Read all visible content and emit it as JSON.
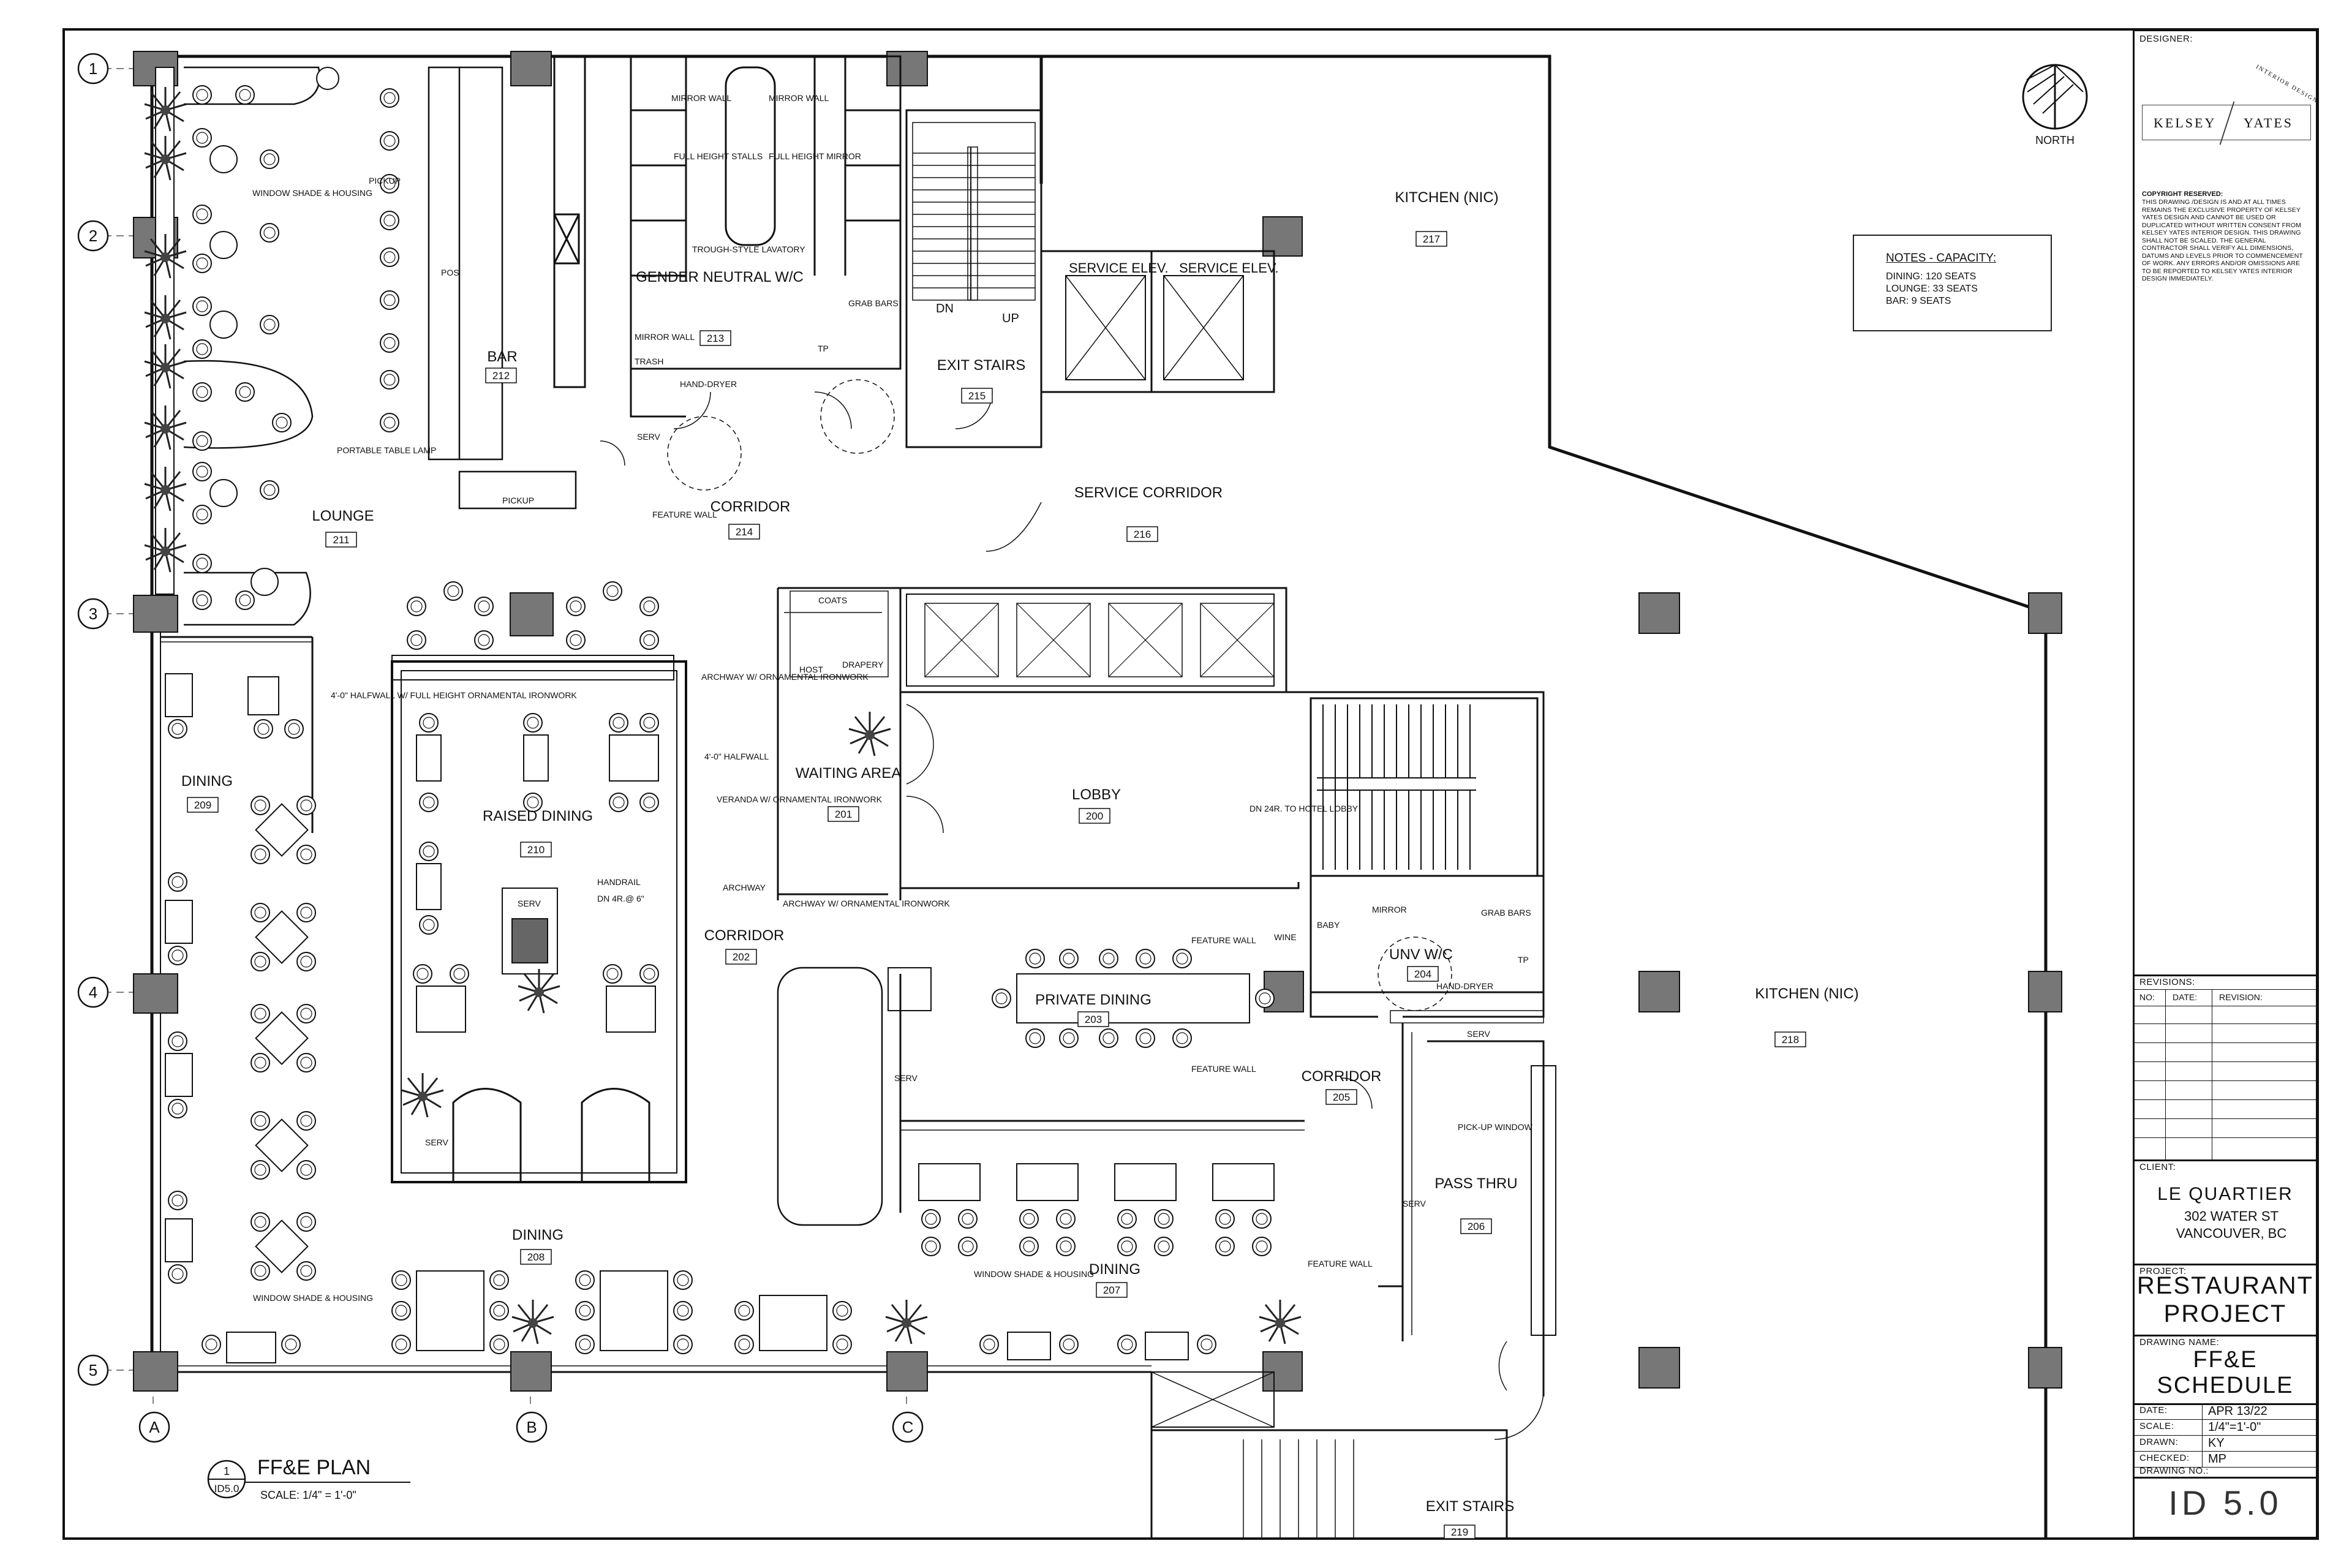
{
  "plan": {
    "grid_rows": [
      "1",
      "2",
      "3",
      "4",
      "5"
    ],
    "grid_cols": [
      "A",
      "B",
      "C"
    ],
    "rooms": [
      {
        "key": "lounge",
        "name": "LOUNGE",
        "num": "211"
      },
      {
        "key": "bar",
        "name": "BAR",
        "num": "212"
      },
      {
        "key": "gnwc",
        "name": "GENDER NEUTRAL W/C",
        "num": "213"
      },
      {
        "key": "corr214",
        "name": "CORRIDOR",
        "num": "214"
      },
      {
        "key": "exit215",
        "name": "EXIT STAIRS",
        "num": "215"
      },
      {
        "key": "servcorr",
        "name": "SERVICE CORRIDOR",
        "num": "216"
      },
      {
        "key": "kit217",
        "name": "KITCHEN (NIC)",
        "num": "217"
      },
      {
        "key": "dining209",
        "name": "DINING",
        "num": "209"
      },
      {
        "key": "raised",
        "name": "RAISED DINING",
        "num": "210"
      },
      {
        "key": "waiting",
        "name": "WAITING AREA",
        "num": "201"
      },
      {
        "key": "lobby",
        "name": "LOBBY",
        "num": "200"
      },
      {
        "key": "corr202",
        "name": "CORRIDOR",
        "num": "202"
      },
      {
        "key": "private",
        "name": "PRIVATE DINING",
        "num": "203"
      },
      {
        "key": "unv",
        "name": "UNV W/C",
        "num": "204"
      },
      {
        "key": "corr205",
        "name": "CORRIDOR",
        "num": "205"
      },
      {
        "key": "pass",
        "name": "PASS THRU",
        "num": "206"
      },
      {
        "key": "dining207",
        "name": "DINING",
        "num": "207"
      },
      {
        "key": "dining208",
        "name": "DINING",
        "num": "208"
      },
      {
        "key": "kit218",
        "name": "KITCHEN (NIC)",
        "num": "218"
      },
      {
        "key": "exit219",
        "name": "EXIT STAIRS",
        "num": "219"
      }
    ],
    "service_elevators": [
      "SERVICE ELEV.",
      "SERVICE ELEV."
    ],
    "labels": {
      "pickup_a": "PICKUP",
      "pickup_b": "PICKUP",
      "pos": "POS",
      "window_shade_1": "WINDOW SHADE & HOUSING",
      "window_shade_2": "WINDOW SHADE & HOUSING",
      "window_shade_3": "WINDOW SHADE & HOUSING",
      "portable_lamp": "PORTABLE TABLE LAMP",
      "mirror_wall_1": "MIRROR WALL",
      "mirror_wall_2": "MIRROR WALL",
      "mirror_wall_3": "MIRROR WALL",
      "full_stalls": "FULL HEIGHT STALLS",
      "full_mirror": "FULL HEIGHT MIRROR",
      "trough": "TROUGH-STYLE LAVATORY",
      "trash": "TRASH",
      "grab_bars_1": "GRAB BARS",
      "tp_1": "TP",
      "hand_dryer_1": "HAND-DRYER",
      "serv_small": "SERV",
      "feature_wall_1": "FEATURE WALL",
      "dn": "DN",
      "up": "UP",
      "halfwall_left": "4'-0\" HALFWALL W/ FULL HEIGHT ORNAMENTAL IRONWORK",
      "archway_1": "ARCHWAY W/ ORNAMENTAL IRONWORK",
      "halfwall_4": "4'-0\" HALFWALL",
      "veranda": "VERANDA W/ ORNAMENTAL IRONWORK",
      "handrail": "HANDRAIL",
      "dn4r": "DN 4R.@ 6\"",
      "archway_2": "ARCHWAY",
      "archway_3": "ARCHWAY W/ ORNAMENTAL IRONWORK",
      "coats": "COATS",
      "host": "HOST",
      "drapery": "DRAPERY",
      "dn24": "DN 24R. TO HOTEL LOBBY",
      "feature_wall_2": "FEATURE WALL",
      "feature_wall_3": "FEATURE WALL",
      "feature_wall_4": "FEATURE WALL",
      "wine": "WINE",
      "baby": "BABY",
      "mirror_2": "MIRROR",
      "grab_bars_2": "GRAB BARS",
      "tp_2": "TP",
      "hand_dryer_2": "HAND-DRYER",
      "serv_1": "SERV",
      "serv_2": "SERV",
      "serv_3": "SERV",
      "serv_4": "SERV",
      "serv_5": "SERV",
      "pickup_window": "PICK-UP WINDOW",
      "north": "NORTH"
    },
    "plan_title": {
      "num": "1",
      "sheet": "ID5.0",
      "name": "FF&E PLAN",
      "scale": "SCALE: 1/4\" = 1'-0\""
    }
  },
  "notes": {
    "title": "NOTES - CAPACITY:",
    "lines": [
      "DINING: 120 SEATS",
      "LOUNGE: 33 SEATS",
      "BAR: 9 SEATS"
    ]
  },
  "title_block": {
    "designer_label": "DESIGNER:",
    "logo_left": "KELSEY",
    "logo_right": "YATES",
    "logo_tag": "INTERIOR DESIGN",
    "copyright_title": "COPYRIGHT RESERVED:",
    "copyright_text": "THIS DRAWING /DESIGN IS AND AT ALL TIMES REMAINS THE EXCLUSIVE PROPERTY OF KELSEY YATES DESIGN AND CANNOT BE USED OR DUPLICATED WITHOUT WRITTEN CONSENT FROM KELSEY YATES INTERIOR DESIGN. THIS DRAWING SHALL NOT BE SCALED. THE GENERAL CONTRACTOR SHALL VERIFY ALL DIMENSIONS, DATUMS AND LEVELS PRIOR TO COMMENCEMENT OF WORK. ANY ERRORS AND/OR OMISSIONS ARE TO BE REPORTED TO KELSEY YATES INTERIOR DESIGN IMMEDIATELY.",
    "revisions_label": "REVISIONS:",
    "rev_headers": [
      "NO:",
      "DATE:",
      "REVISION:"
    ],
    "client_label": "CLIENT:",
    "client_name": "LE QUARTIER",
    "client_addr1": "302 WATER ST",
    "client_addr2": "VANCOUVER, BC",
    "project_label": "PROJECT:",
    "project_line1": "RESTAURANT",
    "project_line2": "PROJECT",
    "drawing_name_label": "DRAWING NAME:",
    "drawing_line1": "FF&E",
    "drawing_line2": "SCHEDULE",
    "date_label": "DATE:",
    "date": "APR 13/22",
    "scale_label": "SCALE:",
    "scale": "1/4\"=1'-0\"",
    "drawn_label": "DRAWN:",
    "drawn": "KY",
    "checked_label": "CHECKED:",
    "checked": "MP",
    "drawing_no_label": "DRAWING NO.:",
    "drawing_no": "ID 5.0"
  }
}
